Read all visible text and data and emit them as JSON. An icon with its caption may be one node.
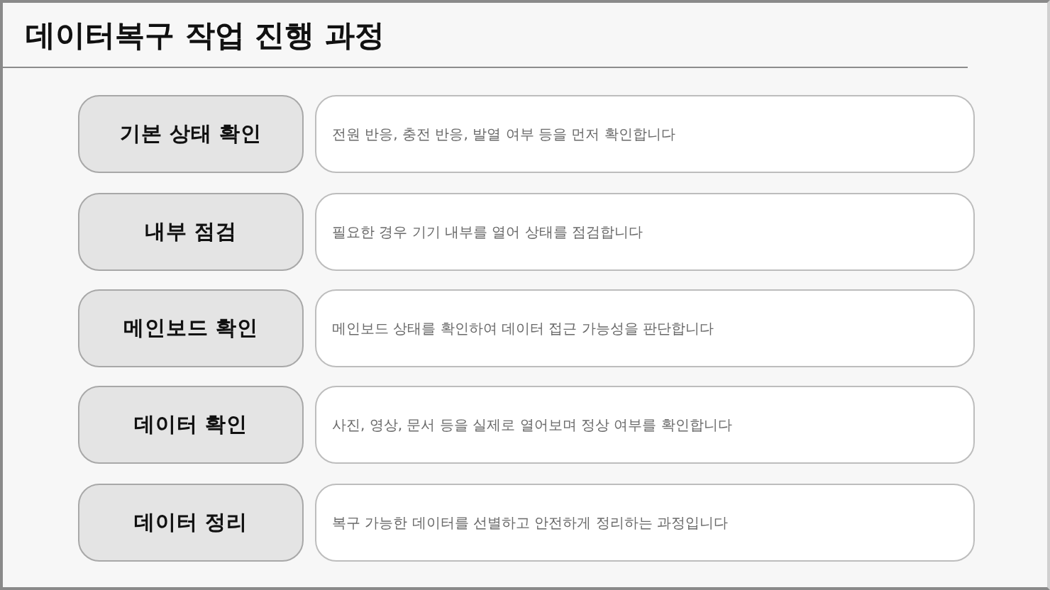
{
  "diagram": {
    "title": "데이터복구 작업 진행 과정",
    "nodes": [
      {
        "text": [
          "기본 상태 확인"
        ]
      },
      {
        "text": [
          "전원 반응, 충전 반응, 발열 여부 등을 먼저 확인합니다"
        ]
      },
      {
        "text": [
          "내부 점검"
        ]
      },
      {
        "text": [
          "필요한 경우 기기 내부를 열어 상태를 점검합니다"
        ]
      },
      {
        "text": [
          "메인보드 확인"
        ]
      },
      {
        "text": [
          "메인보드 상태를 확인하여 데이터 접근 가능성을 판단합니다"
        ]
      },
      {
        "text": [
          "데이터 확인"
        ]
      },
      {
        "text": [
          "사진, 영상, 문서 등을 실제로 열어보며 정상 여부를 확인합니다"
        ]
      },
      {
        "text": [
          "데이터 정리"
        ]
      },
      {
        "text": [
          "복구 가능한 데이터를 선별하고 안전하게 정리하는 과정입니다"
        ]
      }
    ]
  }
}
